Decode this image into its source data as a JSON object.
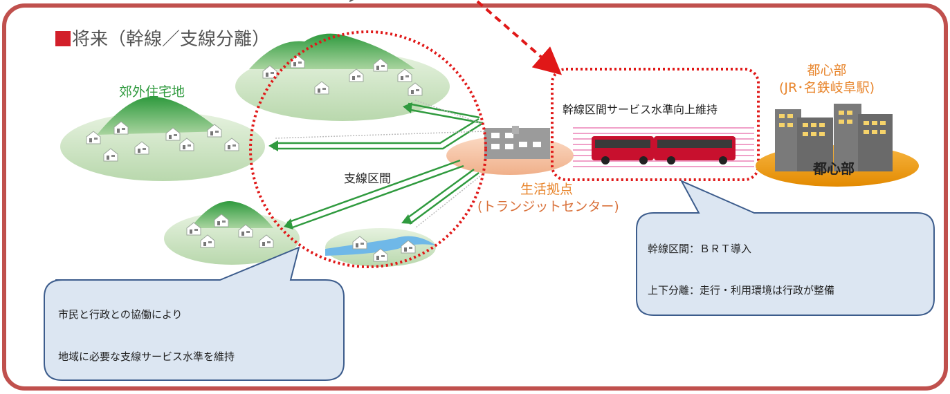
{
  "title": "将来（幹線／支線分離）",
  "labels": {
    "suburban": "郊外住宅地",
    "branch_section": "支線区間",
    "hub_line1": "生活拠点",
    "hub_line2": "(トランジットセンター)",
    "trunk_service": "幹線区間サービス水準向上維持",
    "center_line1": "都心部",
    "center_line2": "(JR･名鉄岐阜駅)",
    "center_bldg": "都心部"
  },
  "bubbles": {
    "left": {
      "line1": "市民と行政との協働により",
      "line2": "地域に必要な支線サービス水準を維持"
    },
    "right": {
      "line1": "幹線区間：ＢＲＴ導入",
      "line2": "上下分離：走行・利用環境は行政が整備"
    }
  },
  "colors": {
    "frame": "#c0504d",
    "green_hill": "#3fa14b",
    "ground": "#d7ead0",
    "hub": "#f6c6a6",
    "center_ground": "#f0a020",
    "bus": "#c8102e",
    "dotted_red": "#e01818",
    "bubble_fill": "#dce6f2",
    "bubble_stroke": "#3c5c8c"
  }
}
